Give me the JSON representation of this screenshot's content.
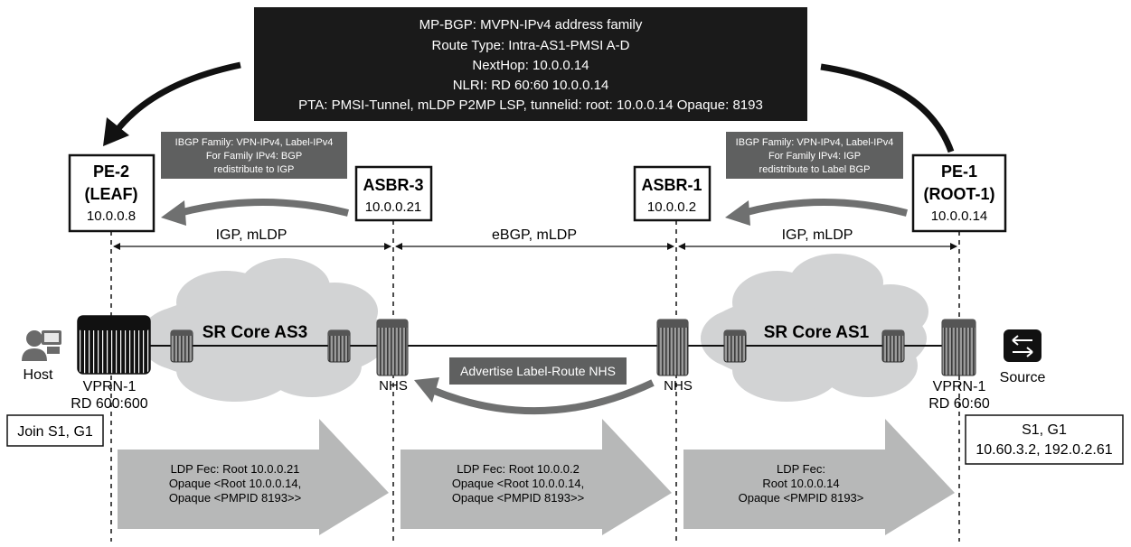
{
  "top_box": {
    "lines": [
      "MP-BGP: MVPN-IPv4 address family",
      "Route Type: Intra-AS1-PMSI A-D",
      "NextHop: 10.0.0.14",
      "NLRI: RD 60:60 10.0.0.14",
      "PTA: PMSI-Tunnel, mLDP P2MP LSP, tunnelid: root: 10.0.0.14 Opaque: 8193"
    ]
  },
  "ibgp_left": {
    "lines": [
      "IBGP Family: VPN-IPv4, Label-IPv4",
      "For Family IPv4: BGP",
      "redistribute to IGP"
    ]
  },
  "ibgp_right": {
    "lines": [
      "IBGP Family: VPN-IPv4, Label-IPv4",
      "For Family IPv4: IGP",
      "redistribute to Label BGP"
    ]
  },
  "nodes": {
    "pe2": {
      "name_line1": "PE-2",
      "name_line2": "(LEAF)",
      "address": "10.0.0.8"
    },
    "asbr3": {
      "name": "ASBR-3",
      "address": "10.0.0.21"
    },
    "asbr1": {
      "name": "ASBR-1",
      "address": "10.0.0.2"
    },
    "pe1": {
      "name_line1": "PE-1",
      "name_line2": "(ROOT-1)",
      "address": "10.0.0.14"
    }
  },
  "segments": [
    "IGP, mLDP",
    "eBGP, mLDP",
    "IGP, mLDP"
  ],
  "clouds": {
    "left": "SR Core AS3",
    "right": "SR Core AS1"
  },
  "labels": {
    "host": "Host",
    "source": "Source",
    "vprn_left": "VPRN-1",
    "rd_left": "RD 600:600",
    "vprn_right": "VPRN-1",
    "rd_right": "RD 60:60",
    "nhs_left": "NHS",
    "nhs_right": "NHS",
    "advertise": "Advertise Label-Route NHS"
  },
  "join_box": "Join S1, G1",
  "source_box": {
    "line1": "S1, G1",
    "line2": "10.60.3.2, 192.0.2.61"
  },
  "fec_arrows": [
    {
      "lines": [
        "LDP Fec: Root 10.0.0.21",
        "Opaque <Root 10.0.0.14,",
        "Opaque <PMPID 8193>>"
      ]
    },
    {
      "lines": [
        "LDP Fec: Root 10.0.0.2",
        "Opaque <Root 10.0.0.14,",
        "Opaque <PMPID 8193>>"
      ]
    },
    {
      "lines": [
        "LDP Fec:",
        "Root 10.0.0.14",
        "Opaque <PMPID 8193>"
      ]
    }
  ]
}
